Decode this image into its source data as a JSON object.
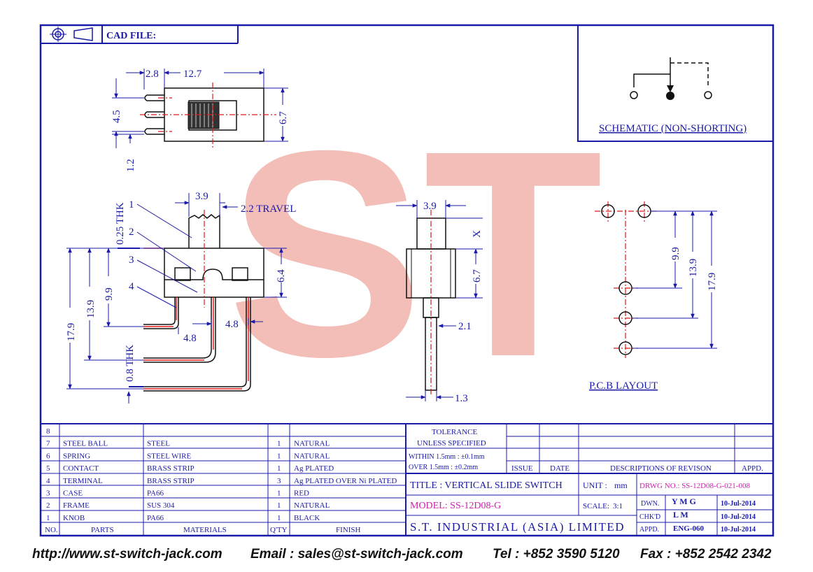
{
  "header": {
    "cad_file_label": "CAD FILE:"
  },
  "schematic": {
    "title": "SCHEMATIC (NON-SHORTING)"
  },
  "pcb": {
    "title": "P.C.B LAYOUT",
    "dims": [
      "9.9",
      "13.9",
      "17.9"
    ]
  },
  "top_view": {
    "dims": [
      "2.8",
      "12.7",
      "4.5",
      "6.7",
      "1.2"
    ]
  },
  "front_view": {
    "dims": [
      "3.9",
      "2.2 TRAVEL",
      "0.25 THK",
      "6.4",
      "17.9",
      "13.9",
      "9.9",
      "0.8 THK",
      "4.8",
      "4.8"
    ],
    "callouts": [
      "1",
      "2",
      "3",
      "4"
    ]
  },
  "side_view": {
    "dims": [
      "3.9",
      "X",
      "6.7",
      "2.1",
      "1.3"
    ]
  },
  "watermark": {
    "text": "ST"
  },
  "bom": {
    "headers": [
      "NO.",
      "PARTS",
      "MATERIALS",
      "Q'TY",
      "FINISH"
    ],
    "rows": [
      [
        "8",
        "",
        "",
        "",
        ""
      ],
      [
        "7",
        "STEEL BALL",
        "STEEL",
        "1",
        "NATURAL"
      ],
      [
        "6",
        "SPRING",
        "STEEL WIRE",
        "1",
        "NATURAL"
      ],
      [
        "5",
        "CONTACT",
        "BRASS STRIP",
        "1",
        "Ag PLATED"
      ],
      [
        "4",
        "TERMINAL",
        "BRASS STRIP",
        "3",
        "Ag PLATED OVER Ni PLATED"
      ],
      [
        "3",
        "CASE",
        "PA66",
        "1",
        "RED"
      ],
      [
        "2",
        "FRAME",
        "SUS 304",
        "1",
        "NATURAL"
      ],
      [
        "1",
        "KNOB",
        "PA66",
        "1",
        "BLACK"
      ]
    ]
  },
  "tolerance": {
    "title_1": "TOLERANCE",
    "title_2": "UNLESS SPECIFIED",
    "line_1": "WITHIN 1.5mm : ±0.1mm",
    "line_2": "OVER 1.5mm : ±0.2mm"
  },
  "revision": {
    "issue": "ISSUE",
    "date": "DATE",
    "desc": "DESCRIPTIONS OF REVISON",
    "appd": "APPD."
  },
  "title_block": {
    "title": "TITLE : VERTICAL SLIDE SWITCH",
    "unit_label": "UNIT :",
    "unit_value": "mm",
    "drwg": "DRWG NO.: SS-12D08-G-021-008",
    "model": "MODEL: SS-12D08-G",
    "scale_label": "SCALE:",
    "scale_value": "3:1",
    "company": "S.T. INDUSTRIAL (ASIA) LIMITED",
    "dwn_label": "DWN.",
    "dwn_name": "Y M G",
    "dwn_date": "10-Jul-2014",
    "chkd_label": "CHK'D",
    "chkd_name": "L M",
    "chkd_date": "10-Jul-2014",
    "appd_label": "APPD.",
    "appd_name": "ENG-060",
    "appd_date": "10-Jul-2014"
  },
  "footer": {
    "url": "http://www.st-switch-jack.com",
    "email": "Email : sales@st-switch-jack.com",
    "tel": "Tel : +852 3590 5120",
    "fax": "Fax : +852 2542 2342"
  },
  "colors": {
    "ink": "#1a1aa8",
    "red": "#e01a1a",
    "magenta": "#d020b0",
    "watermark": "#f1b3ac"
  }
}
